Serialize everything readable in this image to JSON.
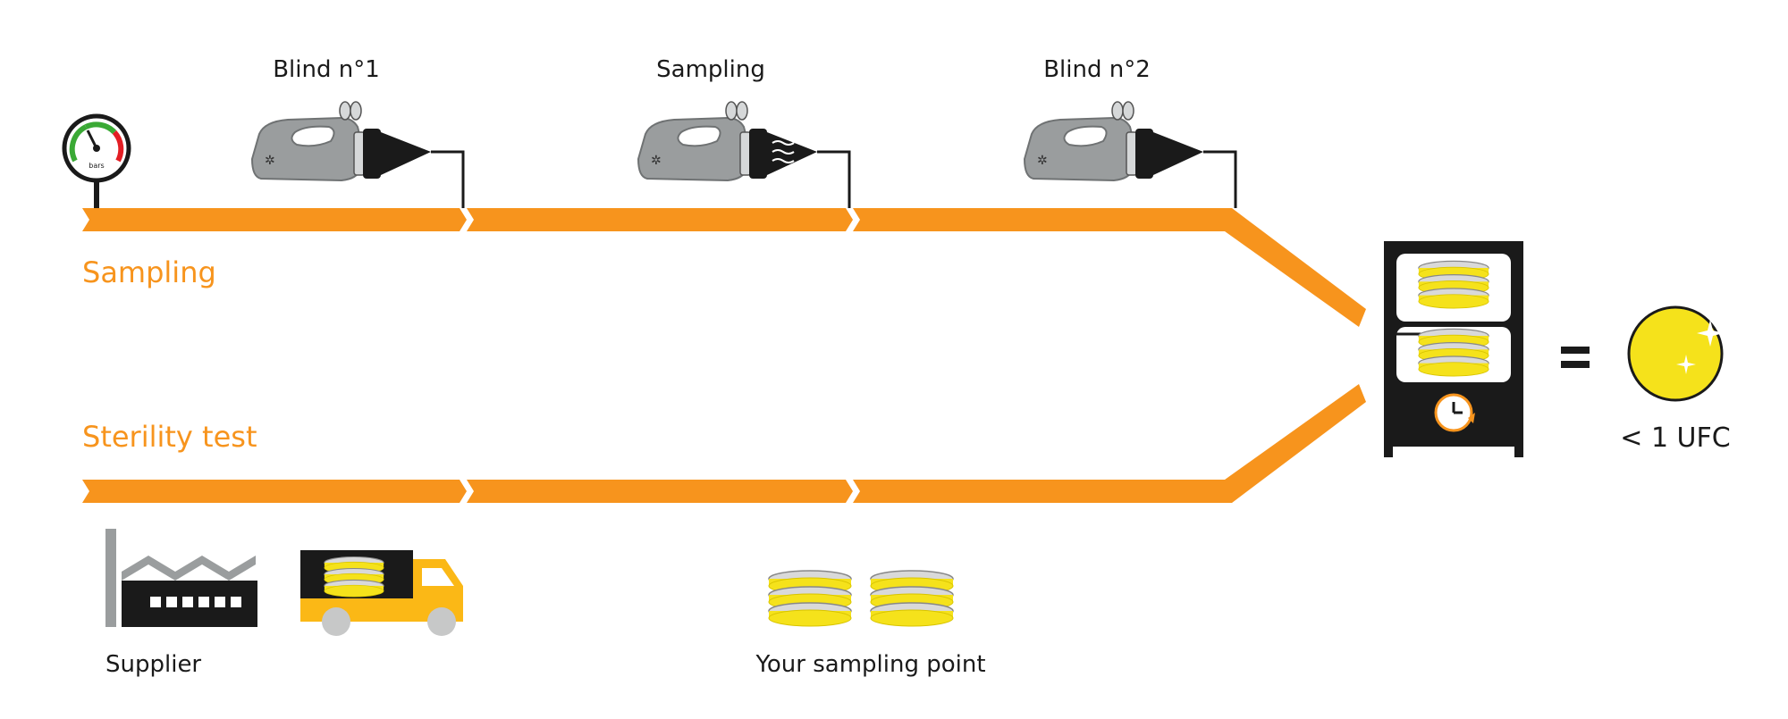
{
  "steps": {
    "blind1": "Blind n°1",
    "sampling": "Sampling",
    "blind2": "Blind n°2"
  },
  "rows": {
    "sampling": "Sampling",
    "sterility": "Sterility test"
  },
  "bottom": {
    "supplier": "Supplier",
    "sampling_point": "Your sampling point"
  },
  "result": {
    "equals": "=",
    "value": "< 1 UFC"
  },
  "gauge_unit": "bars",
  "colors": {
    "arrow": "#f7941d",
    "petri_yellow": "#f5e21b",
    "sampler_grey": "#9a9d9e",
    "incubator": "#1a1a1a",
    "truck": "#fbb816"
  }
}
